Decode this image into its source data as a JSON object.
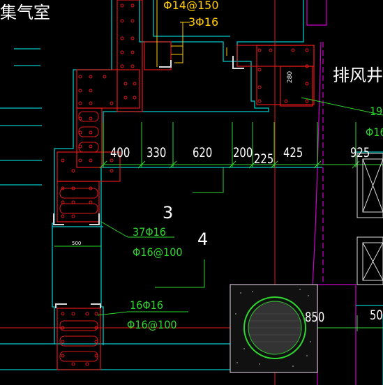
{
  "labels": {
    "room_left": "集气室",
    "room_right": "排风井",
    "rebar_top_1": "Φ14@150",
    "rebar_top_2": "3Φ16",
    "rebar_right_partial_1": "19",
    "rebar_right_partial_2": "Φ16",
    "rebar_mid_1": "37Φ16",
    "rebar_mid_2": "Φ16@100",
    "rebar_low_1": "16Φ16",
    "rebar_low_2": "Φ16@100",
    "mark_3": "3",
    "mark_4": "4",
    "dim_280": "280",
    "dim_500_small": "500"
  },
  "dimensions": [
    "400",
    "330",
    "620",
    "200",
    "425",
    "925"
  ],
  "dimension_below": "225",
  "dimension_pile": "850",
  "dimension_edge": "50",
  "colors": {
    "background": "#000000",
    "wall": "#00c8c8",
    "rebar": "#e01818",
    "dimension": "#2fd62f",
    "axis": "#e01818",
    "hatch": "#d000d0",
    "note": "#ffcc00",
    "text": "#ffffff"
  }
}
